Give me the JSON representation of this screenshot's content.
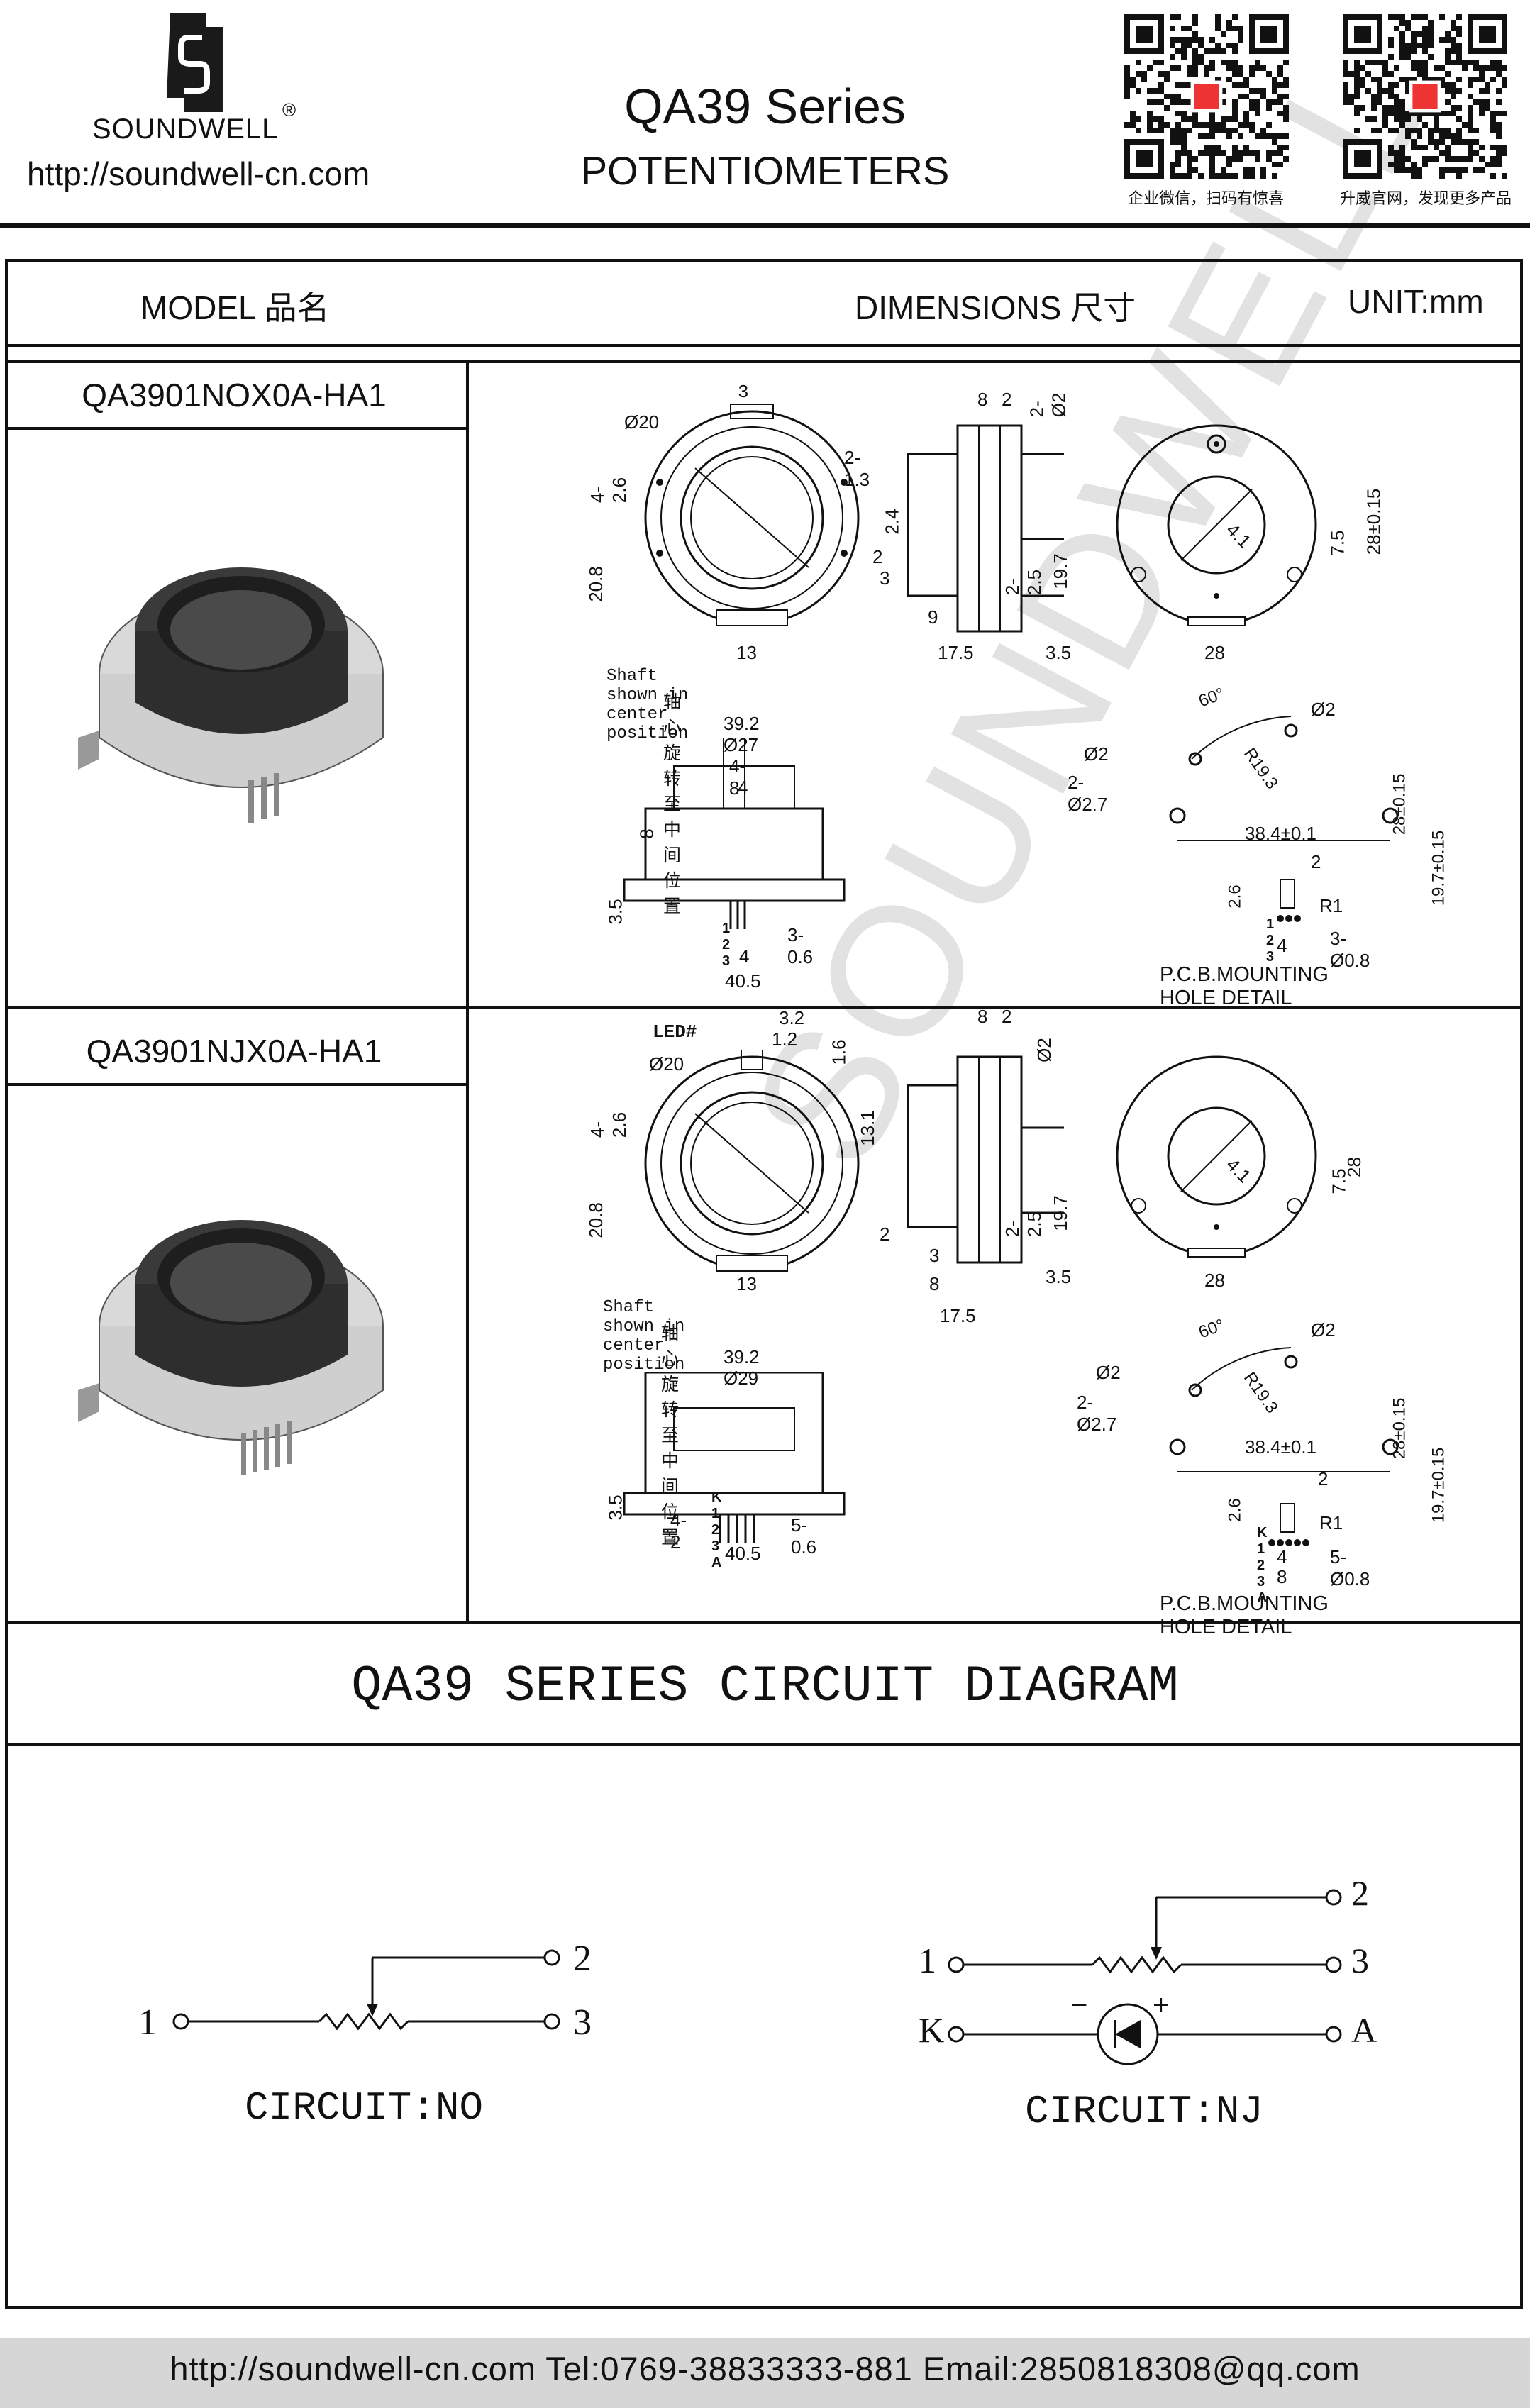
{
  "header": {
    "brand": "SOUNDWELL",
    "registered_mark": "®",
    "website": "http://soundwell-cn.com",
    "series": "QA39 Series",
    "subtitle": "POTENTIOMETERS",
    "qr_left_caption": "企业微信，扫码有惊喜",
    "qr_right_caption": "升威官网，发现更多产品"
  },
  "table": {
    "model_label": "MODEL 品名",
    "dimensions_label": "DIMENSIONS 尺寸",
    "unit_label": "UNIT:mm"
  },
  "products": [
    {
      "model": "QA3901NOX0A-HA1",
      "drawing": {
        "shaft_note_en": "Shaft shown in center position",
        "shaft_note_cn": "轴心旋转至中间位置",
        "pcb_caption": "P.C.B.MOUNTING HOLE DETAIL",
        "dims_front": [
          "3",
          "Ø20",
          "4-2.6",
          "2-1.3",
          "20.8",
          "13"
        ],
        "dims_side": [
          "8",
          "2",
          "2-Ø2",
          "2.4",
          "2",
          "3",
          "2-2.5",
          "19.7",
          "9",
          "17.5",
          "3.5"
        ],
        "dims_back": [
          "28±0.15",
          "7.5",
          "4.1",
          "28"
        ],
        "dims_top": [
          "39.2",
          "Ø27",
          "4-8",
          "4",
          "8",
          "3.5",
          "3-0.6",
          "4",
          "40.5",
          "1 2 3"
        ],
        "dims_pcb": [
          "60°",
          "Ø2",
          "Ø2",
          "2-Ø2.7",
          "R19.3",
          "38.4±0.1",
          "28±0.15",
          "19.7±0.15",
          "2",
          "2.6",
          "R1",
          "4",
          "3-Ø0.8",
          "1 2 3"
        ]
      }
    },
    {
      "model": "QA3901NJX0A-HA1",
      "drawing": {
        "shaft_note_en": "Shaft shown in center position",
        "shaft_note_cn": "轴心旋转至中间位置",
        "pcb_caption": "P.C.B.MOUNTING HOLE DETAIL",
        "dims_front": [
          "LED#",
          "3.2",
          "1.2",
          "1.6",
          "Ø20",
          "4-2.6",
          "13.1",
          "20.8",
          "13"
        ],
        "dims_side": [
          "8",
          "2",
          "Ø2",
          "2-2.5",
          "19.7",
          "2",
          "3",
          "8",
          "17.5",
          "3.5"
        ],
        "dims_back": [
          "28",
          "7.5",
          "4.1",
          "28"
        ],
        "dims_top": [
          "39.2",
          "Ø29",
          "3.5",
          "4-2",
          "5-0.6",
          "40.5",
          "K 1 2 3 A"
        ],
        "dims_pcb": [
          "60°",
          "Ø2",
          "Ø2",
          "2-Ø2.7",
          "R19.3",
          "38.4±0.1",
          "28±0.15",
          "19.7±0.15",
          "2",
          "2.6",
          "R1",
          "4",
          "8",
          "5-Ø0.8",
          "K 1 2 3 A"
        ]
      }
    }
  ],
  "circuit": {
    "title": "QA39 SERIES CIRCUIT DIAGRAM",
    "no": {
      "caption": "CIRCUIT:NO",
      "pins": [
        "1",
        "2",
        "3"
      ]
    },
    "nj": {
      "caption": "CIRCUIT:NJ",
      "pins": [
        "1",
        "2",
        "3",
        "K",
        "A"
      ],
      "minus": "−",
      "plus": "+"
    }
  },
  "watermark": "SOUNDWELL",
  "footer": "http://soundwell-cn.com  Tel:0769-38833333-881  Email:2850818308@qq.com"
}
